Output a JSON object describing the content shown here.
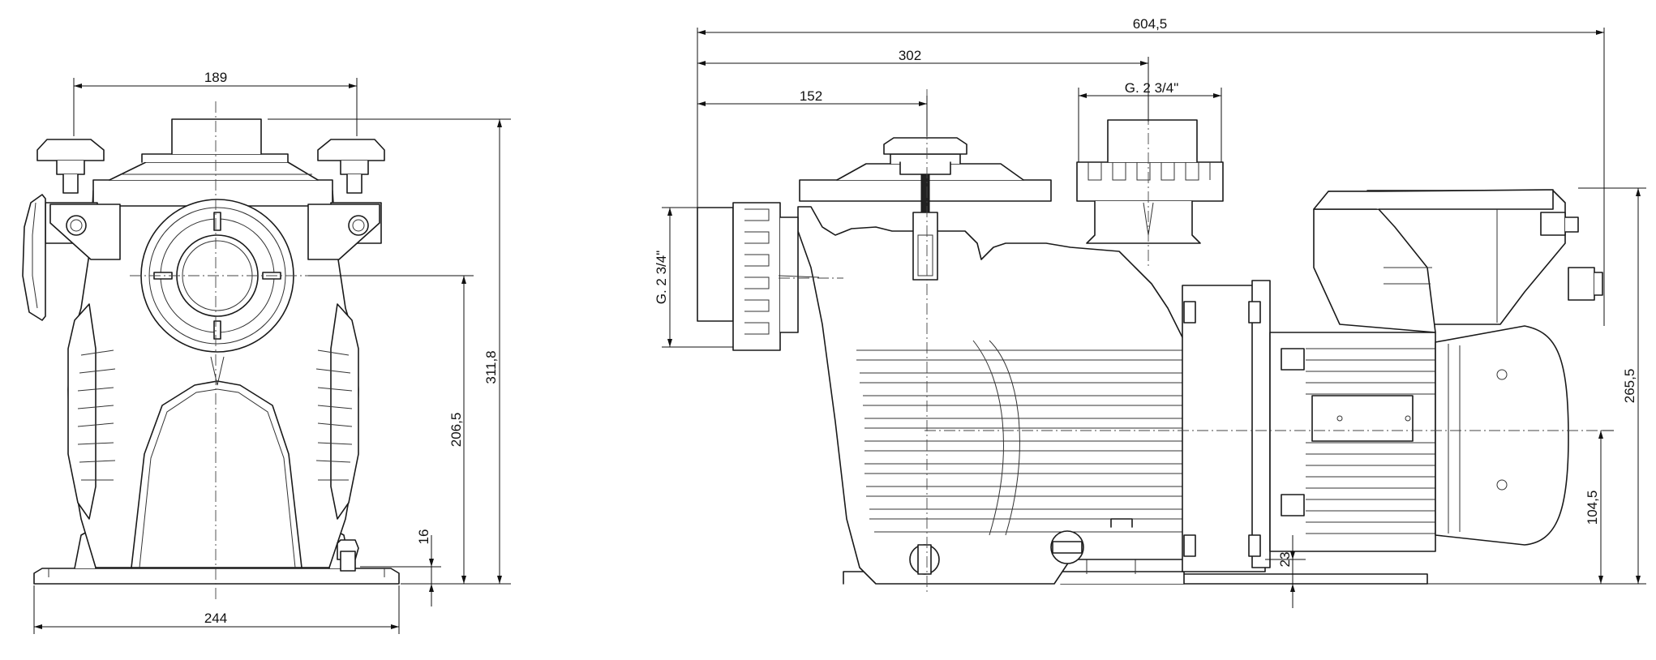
{
  "dimensions": {
    "front_width_top": "189",
    "front_width_base": "244",
    "front_total_height": "311,8",
    "front_inlet_height": "206,5",
    "front_foot_height": "16",
    "side_total_length": "604,5",
    "side_outlet_offset": "302",
    "side_lid_offset": "152",
    "side_outlet_thread": "G. 2  3/4\"",
    "side_inlet_thread": "G. 2  3/4\"",
    "side_total_height": "265,5",
    "side_axis_height": "104,5",
    "side_foot_height": "23"
  }
}
